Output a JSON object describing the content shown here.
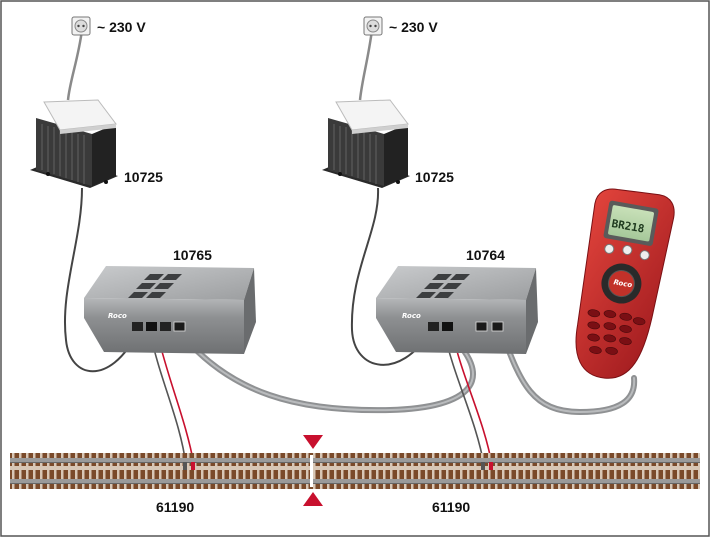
{
  "mains": [
    {
      "label": "~ 230 V",
      "icon": "power-outlet-icon"
    },
    {
      "label": "~ 230 V",
      "icon": "power-outlet-icon"
    }
  ],
  "transformers": [
    {
      "label": "10725"
    },
    {
      "label": "10725"
    }
  ],
  "boosters": [
    {
      "label": "10765",
      "brand": "Roco"
    },
    {
      "label": "10764",
      "brand": "Roco"
    }
  ],
  "controller": {
    "display_text": "BR218",
    "brand": "Roco"
  },
  "track_feeders": [
    {
      "label": "61190"
    },
    {
      "label": "61190"
    }
  ],
  "separation_marker": {
    "icon": "triangle-marker-icon",
    "color": "#c8102e"
  },
  "colors": {
    "booster_body": "#8a8c8e",
    "controller_red": "#c0262c",
    "track_rail": "#9a9a9a",
    "track_sleeper": "#7a4a2a"
  }
}
